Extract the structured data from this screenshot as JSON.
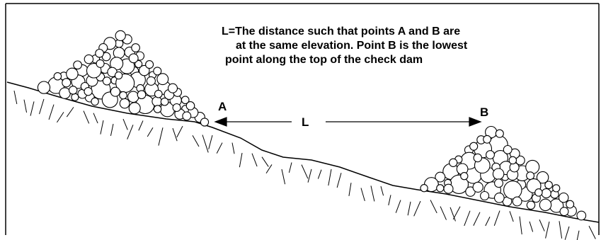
{
  "note": {
    "line1": "L=The distance such that points A and B are",
    "line2": "at the same elevation. Point B is the lowest",
    "line3": "point along the top of the check dam"
  },
  "labels": {
    "point_a": "A",
    "point_b": "B",
    "distance": "L"
  },
  "colors": {
    "stroke": "#000000",
    "background": "#ffffff"
  }
}
